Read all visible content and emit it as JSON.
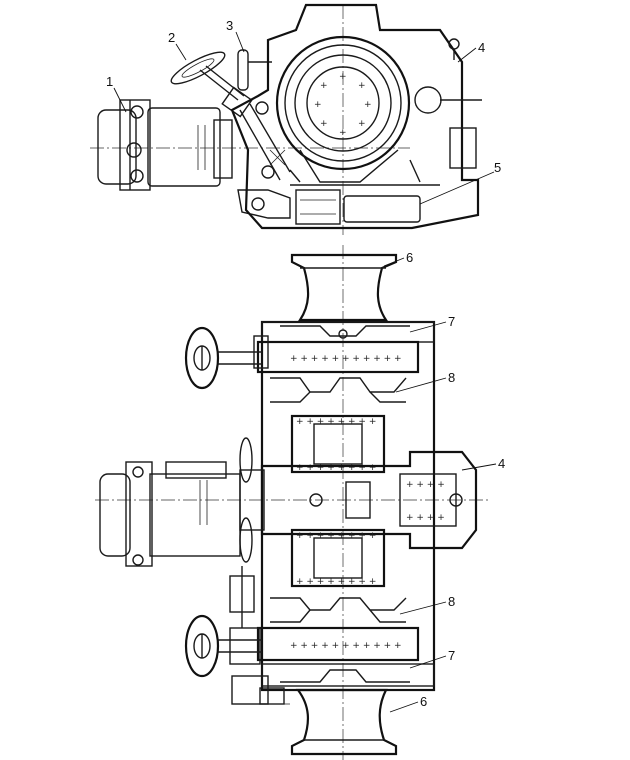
{
  "callouts": {
    "c1": "1",
    "c2": "2",
    "c3": "3",
    "c4_top": "4",
    "c5": "5",
    "c6_top": "6",
    "c7_top": "7",
    "c8_top": "8",
    "c4_bottom": "4",
    "c8_bottom": "8",
    "c7_bottom": "7",
    "c6_bottom": "6"
  },
  "colors": {
    "ink": "#1a1a1a",
    "paper": "#ffffff"
  }
}
